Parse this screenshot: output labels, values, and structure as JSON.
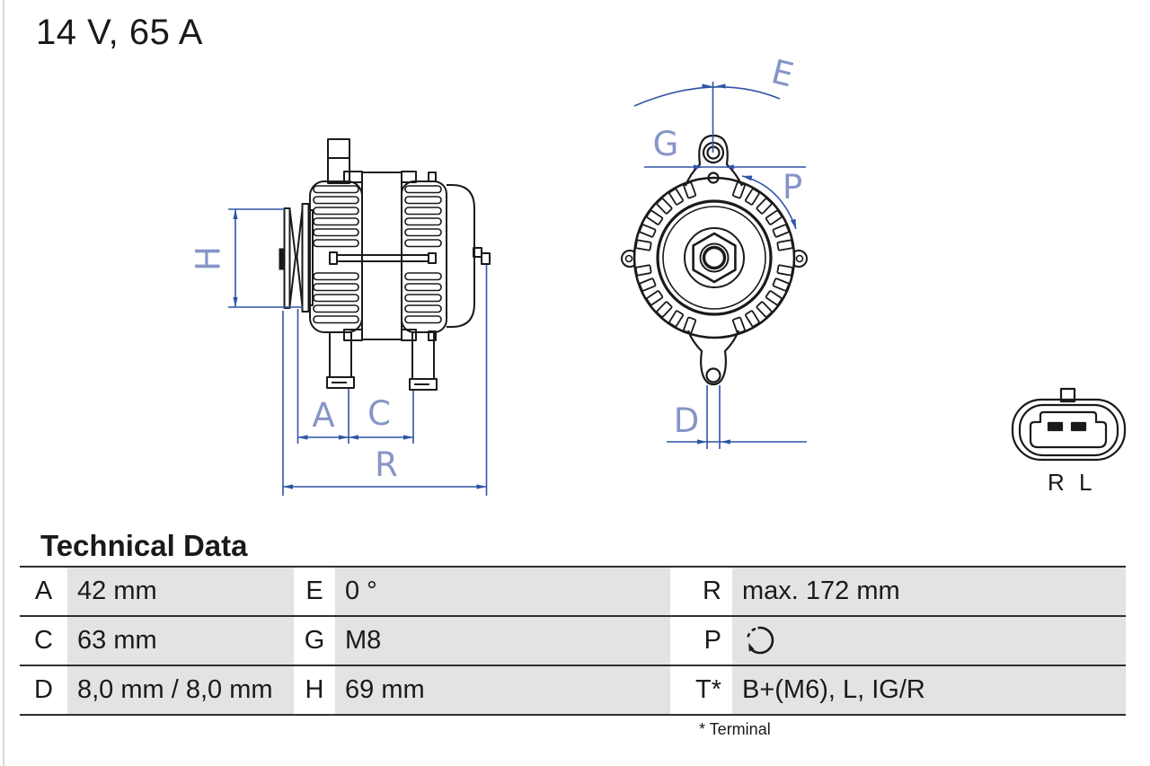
{
  "header": {
    "title": "14 V, 65 A"
  },
  "drawing": {
    "labels": {
      "H": "H",
      "A": "A",
      "C": "C",
      "R": "R",
      "E": "E",
      "G": "G",
      "P": "P",
      "D": "D"
    },
    "connector": {
      "pin_left": "R",
      "pin_right": "L"
    }
  },
  "table": {
    "title": "Technical Data",
    "rows": [
      {
        "l1": "A",
        "v1": "42 mm",
        "l2": "E",
        "v2": "0 °",
        "l3": "R",
        "v3": "max. 172 mm"
      },
      {
        "l1": "C",
        "v1": "63 mm",
        "l2": "G",
        "v2": "M8",
        "l3": "P",
        "v3": ""
      },
      {
        "l1": "D",
        "v1": "8,0 mm / 8,0 mm",
        "l2": "H",
        "v2": "69 mm",
        "l3": "T*",
        "v3": "B+(M6), L, IG/R"
      }
    ],
    "footnote": "* Terminal",
    "icons": {
      "rotation": "rotation-ccw-icon"
    }
  },
  "colors": {
    "drawing_stroke": "#1a1a1a",
    "dimension_line": "#2e54a5",
    "dimension_label": "#8695c7",
    "table_cell_bg": "#e3e3e5",
    "row_border": "#2e2e2e"
  }
}
